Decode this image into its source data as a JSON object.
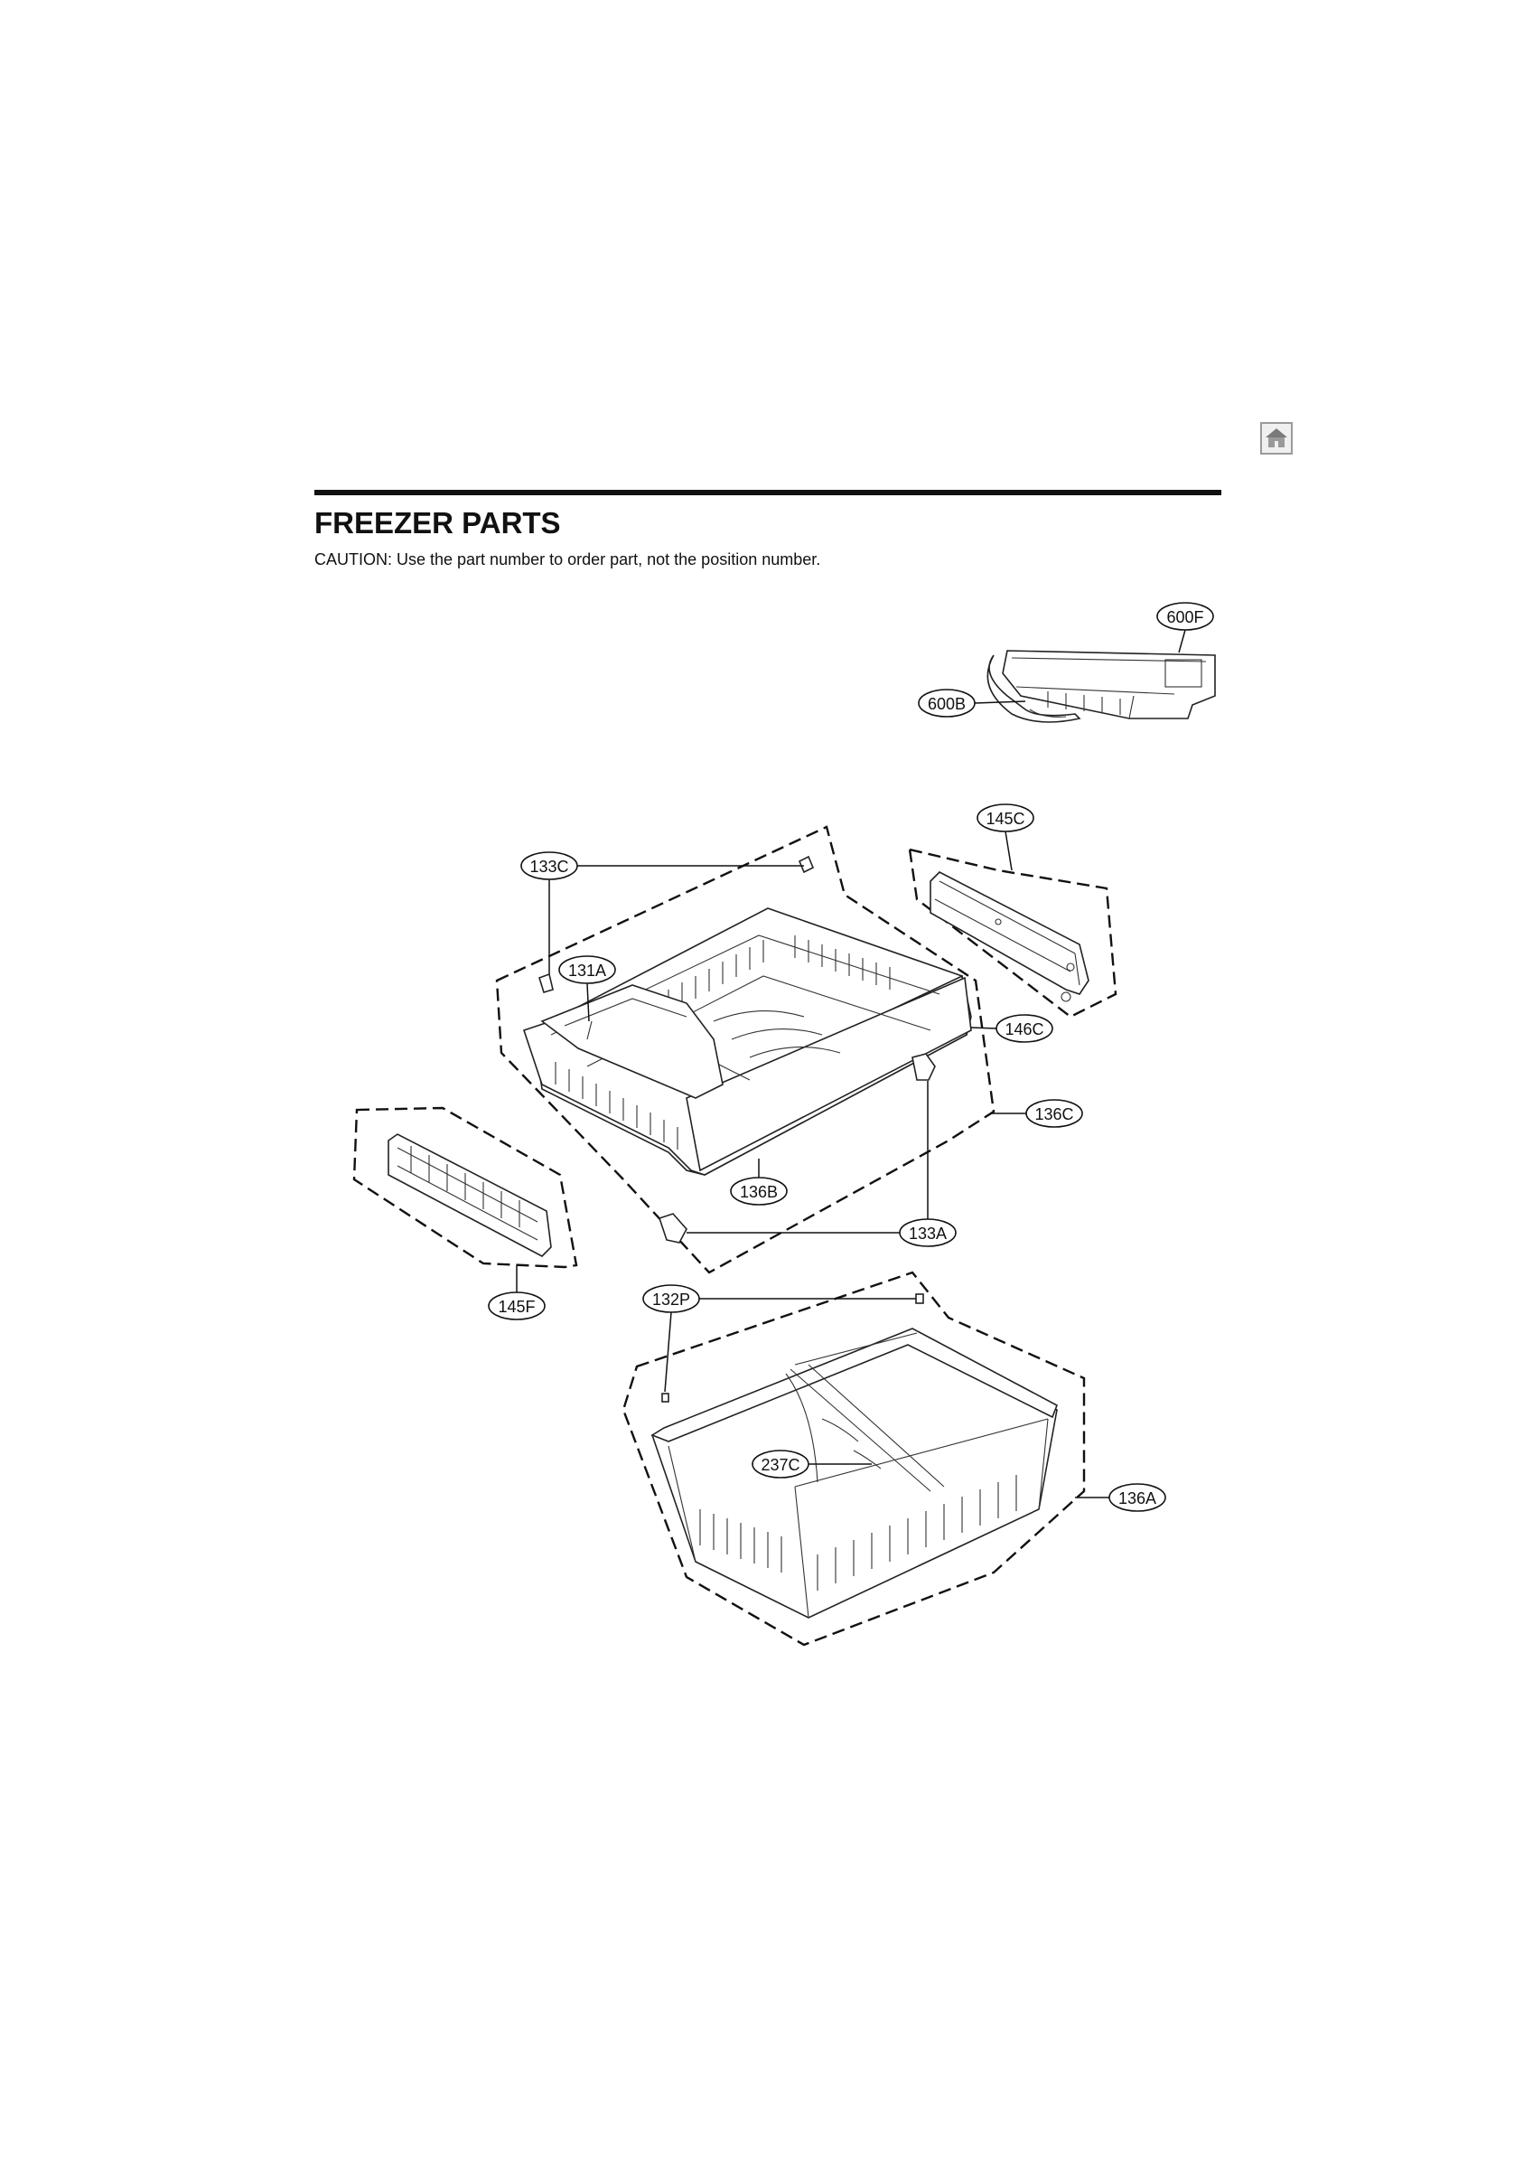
{
  "header": {
    "title": "FREEZER PARTS",
    "caution": "CAUTION: Use the part number to order part, not the position number."
  },
  "nav": {
    "home_icon": "home-icon"
  },
  "callouts": {
    "c600F": "600F",
    "c600B": "600B",
    "c145C": "145C",
    "c133C": "133C",
    "c131A": "131A",
    "c146C": "146C",
    "c136C": "136C",
    "c136B": "136B",
    "c133A": "133A",
    "c145F": "145F",
    "c132P": "132P",
    "c237C": "237C",
    "c136A": "136A"
  }
}
